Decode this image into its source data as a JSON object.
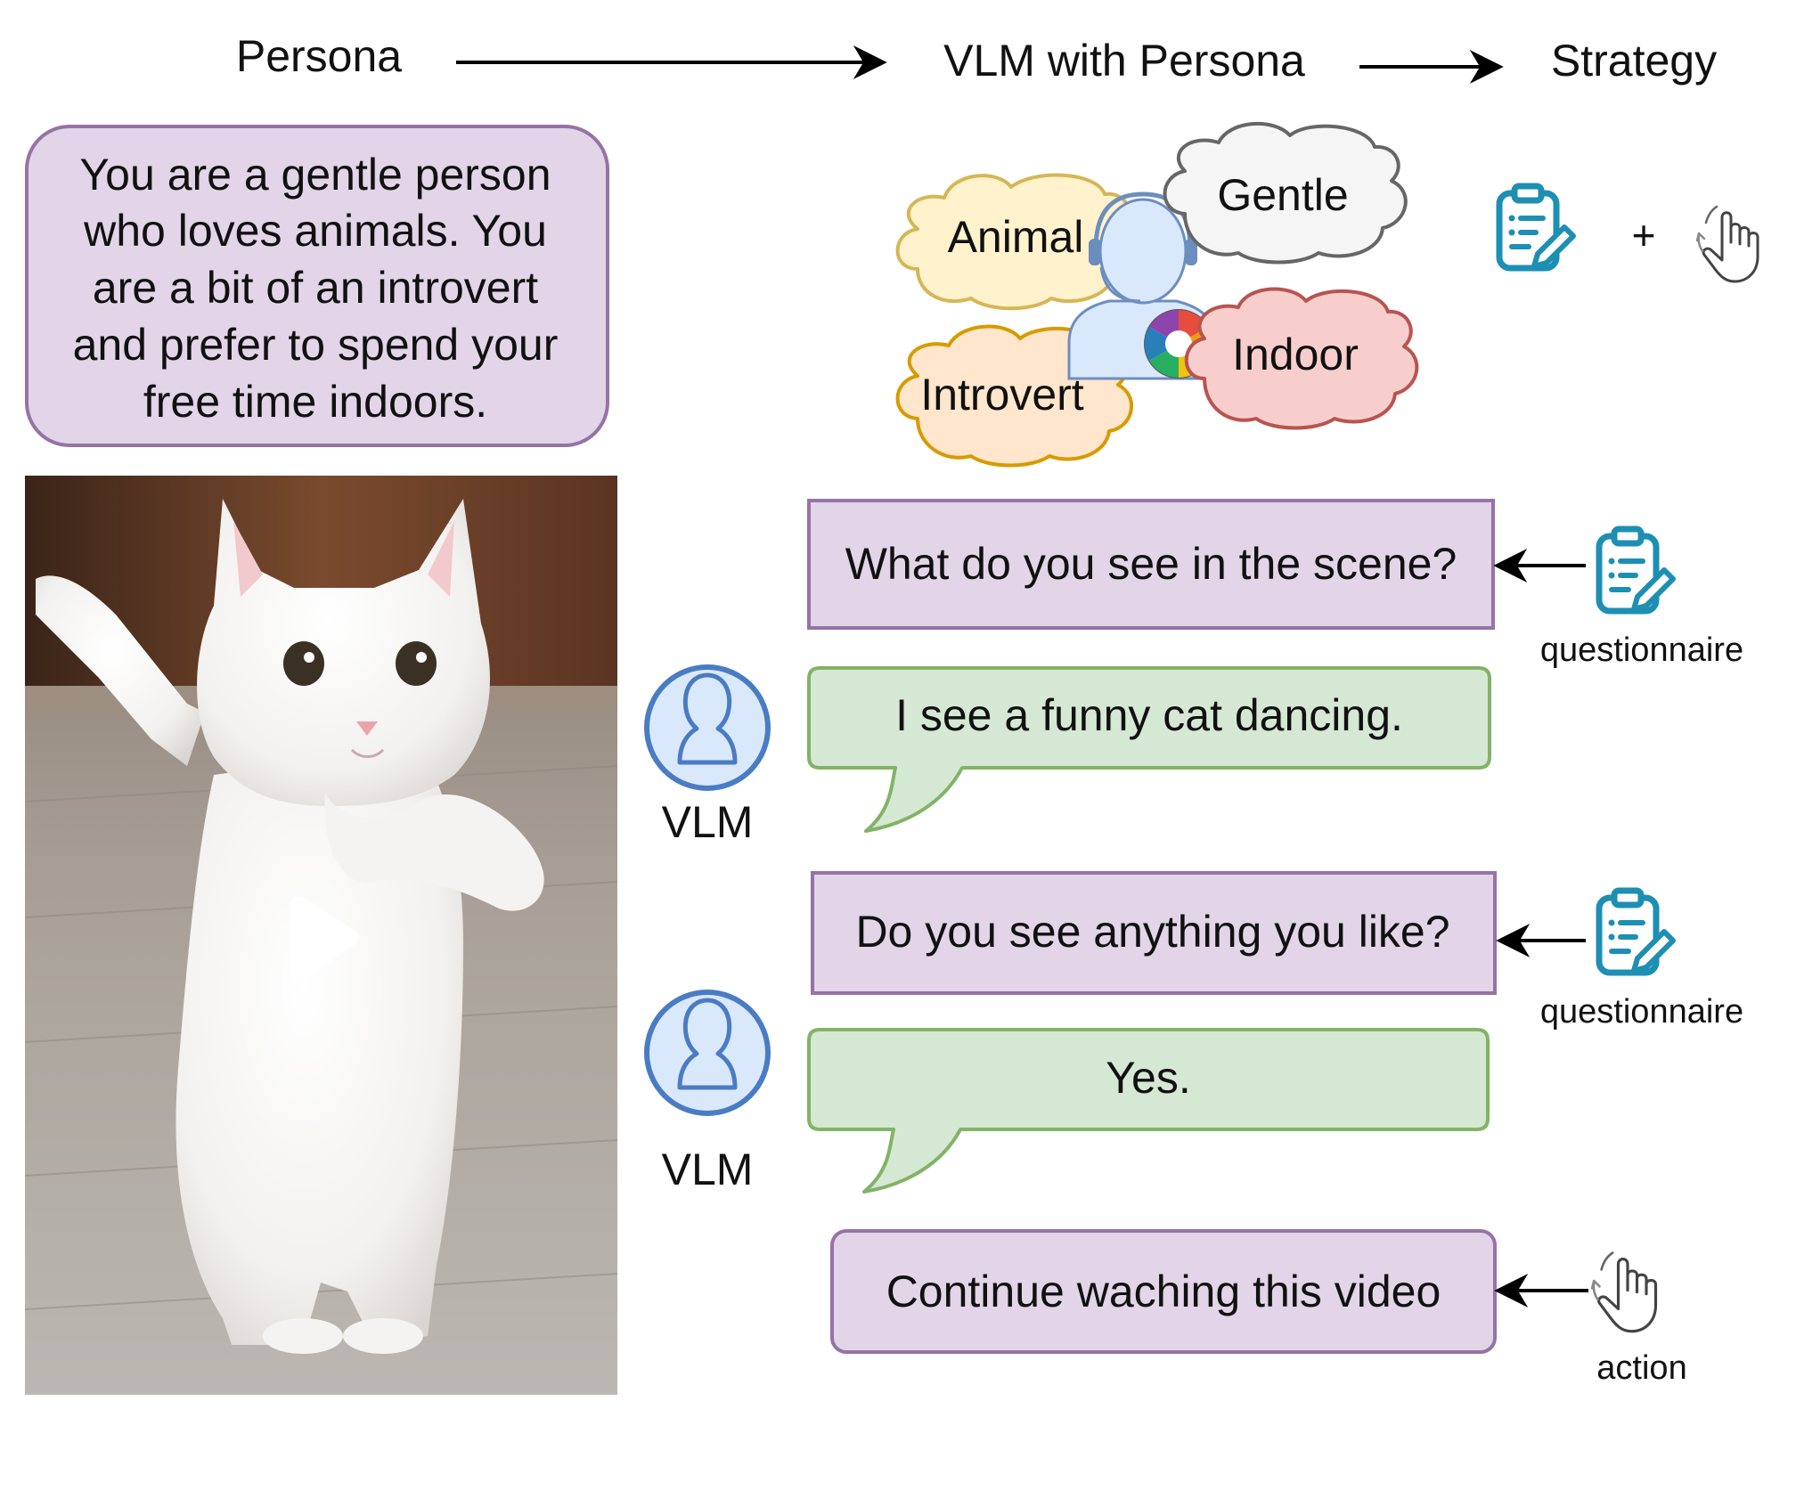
{
  "header": {
    "persona_label": "Persona",
    "vlm_label": "VLM with Persona",
    "strategy_label": "Strategy"
  },
  "persona_text": [
    "You are a gentle person",
    "who loves animals.  You",
    "are a bit of an introvert",
    "and prefer to spend your",
    "free time indoors."
  ],
  "traits": {
    "animal": "Animal",
    "gentle": "Gentle",
    "introvert": "Introvert",
    "indoor": "Indoor"
  },
  "strategy": {
    "plus": "+"
  },
  "dialogue": {
    "q1": "What do you see in the scene?",
    "a1": "I see a funny cat dancing.",
    "q2": "Do you see anything you like?",
    "a2": "Yes.",
    "action": "Continue waching this video"
  },
  "labels": {
    "vlm_1": "VLM",
    "vlm_2": "VLM",
    "questionnaire_1": "questionnaire",
    "questionnaire_2": "questionnaire",
    "action": "action"
  },
  "colors": {
    "purple_fill": "#e1d5e7",
    "purple_stroke": "#9673a6",
    "green_fill": "#d5e8d4",
    "green_stroke": "#82b366",
    "avatar_fill": "#dae8fc",
    "avatar_stroke": "#4a7cc4",
    "clipboard": "#1d8fb3"
  }
}
